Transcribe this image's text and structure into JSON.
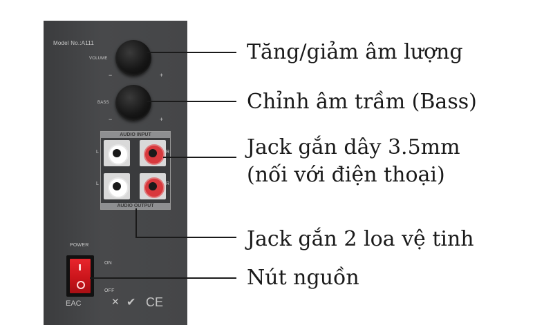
{
  "panel": {
    "model": "Model No.:A111",
    "volume_label": "VOLUME",
    "bass_label": "BASS",
    "minus": "−",
    "plus": "+",
    "audio_input": "AUDIO INPUT",
    "audio_output": "AUDIO OUTPUT",
    "left": "L",
    "right": "R",
    "power_label": "POWER",
    "on_label": "ON",
    "off_label": "OFF",
    "ce_mark": "CE",
    "eac_mark": "EAC"
  },
  "labels": {
    "volume": "Tăng/giảm âm lượng",
    "bass": "Chỉnh âm trầm (Bass)",
    "jack_input_line1": "Jack gắn dây 3.5mm",
    "jack_input_line2": "(nối với điện thoại)",
    "jack_output": "Jack gắn 2 loa vệ tinh",
    "power": "Nút nguồn"
  },
  "colors": {
    "panel": "#454648",
    "rca_white": "#ffffff",
    "rca_red": "#d8393d",
    "switch": "#d81e24"
  },
  "icons": {
    "power_switch": "rocker-switch-icon",
    "weee": "crossed-bin-icon",
    "check": "check-mark-icon"
  }
}
